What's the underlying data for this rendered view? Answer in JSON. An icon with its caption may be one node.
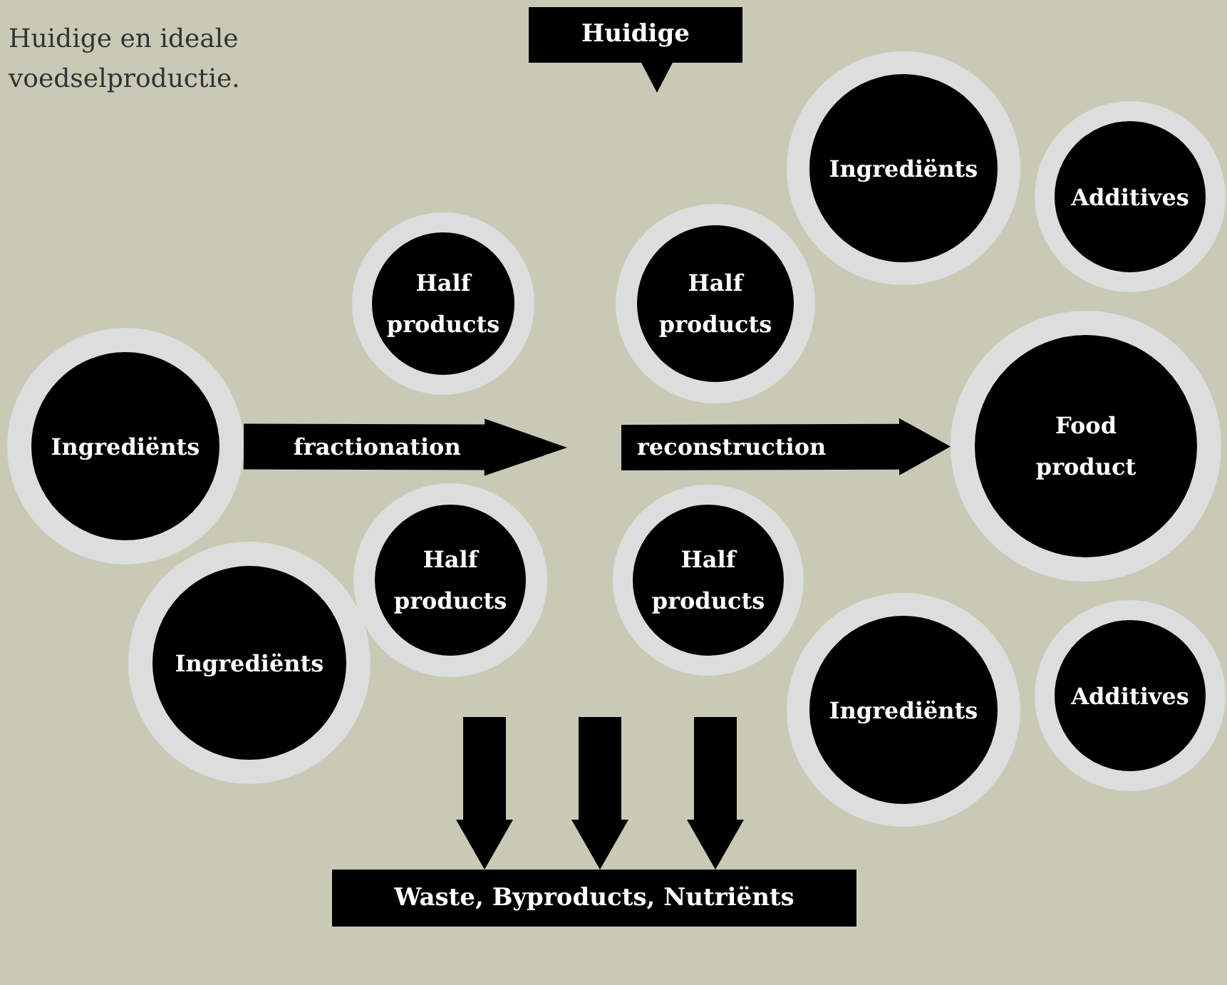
{
  "diagram": {
    "title": "Huidige en ideale voedselproductie.",
    "nodes": [
      {
        "text": [
          "Ingrediënts"
        ]
      },
      {
        "text": [
          "Ingrediënts"
        ]
      },
      {
        "text": [
          "Half products"
        ]
      },
      {
        "text": [
          "Half products"
        ]
      },
      {
        "text": [
          "Half products"
        ]
      },
      {
        "text": [
          "Half products"
        ]
      },
      {
        "text": [
          "Ingrediënts"
        ]
      },
      {
        "text": [
          "Additives"
        ]
      },
      {
        "text": [
          "Food product"
        ]
      },
      {
        "text": [
          "Ingrediënts"
        ]
      },
      {
        "text": [
          "Additives"
        ]
      },
      {
        "text": [
          "Waste, Byproducts, Nutriënts"
        ]
      },
      {
        "text": [
          "Huidige"
        ]
      }
    ],
    "edges": [
      {
        "from": 0,
        "to": null,
        "arrow": "to",
        "label": "fractionation"
      },
      {
        "from": null,
        "to": 8,
        "arrow": "to",
        "label": "reconstruction"
      },
      {
        "from": null,
        "to": 11,
        "arrow": "to"
      },
      {
        "from": null,
        "to": 11,
        "arrow": "to"
      },
      {
        "from": null,
        "to": 11,
        "arrow": "to"
      }
    ]
  }
}
